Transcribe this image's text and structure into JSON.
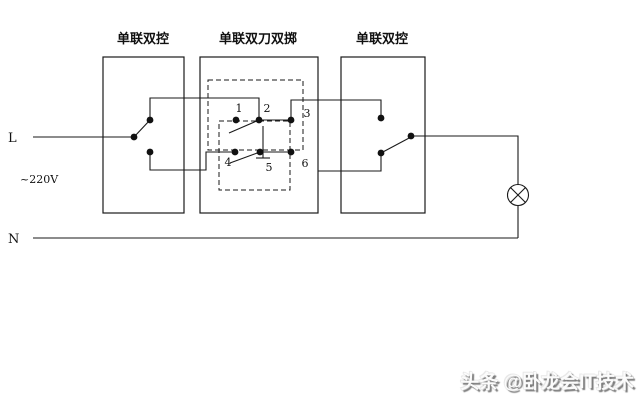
{
  "diagram_type": "three-location lamp control wiring schematic",
  "power": {
    "live_label": "L",
    "voltage_label": "~220V",
    "neutral_label": "N"
  },
  "switch_boxes": [
    {
      "label": "单联双控"
    },
    {
      "label": "单联双刀双掷"
    },
    {
      "label": "单联双控"
    }
  ],
  "dpdt_terminals": [
    "1",
    "2",
    "3",
    "4",
    "5",
    "6"
  ],
  "icons": {
    "lamp": "lamp-circle-cross-icon"
  },
  "colors": {
    "line": "#1a1a1a",
    "background": "#ffffff",
    "watermark_fill": "#fbfbfb",
    "watermark_shadow": "#7d7d7d"
  },
  "watermark": {
    "text": "头条 @卧龙会IT技术"
  }
}
